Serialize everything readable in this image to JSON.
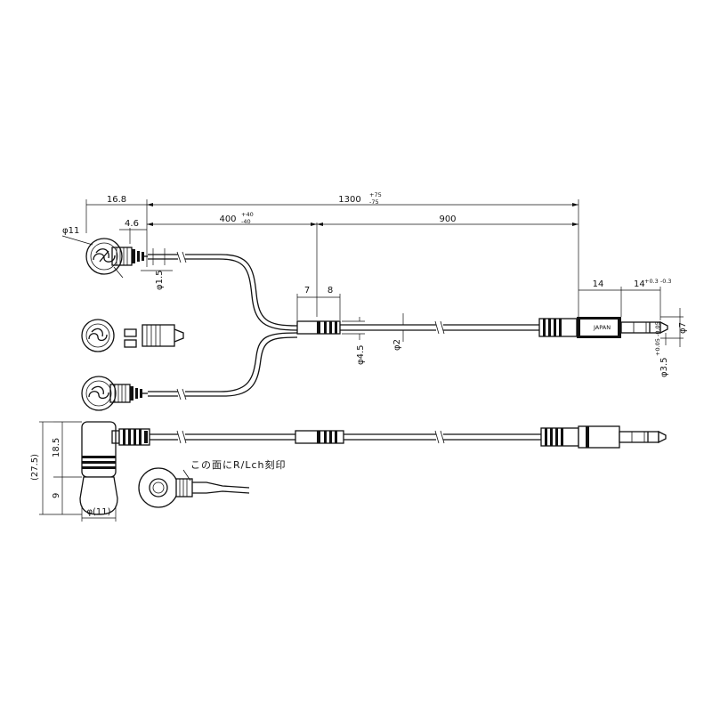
{
  "dimensions": {
    "d_plug_width": "16.8",
    "d_plug_offset": "4.6",
    "d_total": "1300",
    "d_total_tol_plus": "+75",
    "d_total_tol_minus": "-75",
    "d_split": "400",
    "d_split_tol_plus": "+40",
    "d_split_tol_minus": "-40",
    "d_main": "900",
    "d_housing_dia": "φ11",
    "d_cord_dia": "φ1.5",
    "d_sleeve_a": "7",
    "d_sleeve_b": "8",
    "d_sleeve_dia": "φ4.5",
    "d_main_cord_dia": "φ2",
    "d_jack_len": "14",
    "d_pin_len": "14",
    "d_pin_tol": "+0.3 -0.3",
    "d_jack_dia": "φ7",
    "d_pin_dia": "φ3.5",
    "d_pin_dia_tol": "+0.05 -0.05",
    "d_height_total": "(27.5)",
    "d_height_body": "18.5",
    "d_height_tip": "9",
    "d_width_bottom": "φ(11)"
  },
  "labels": {
    "jack_brand": "JAPAN",
    "engrave_note": "この面にR/Lch刻印"
  }
}
